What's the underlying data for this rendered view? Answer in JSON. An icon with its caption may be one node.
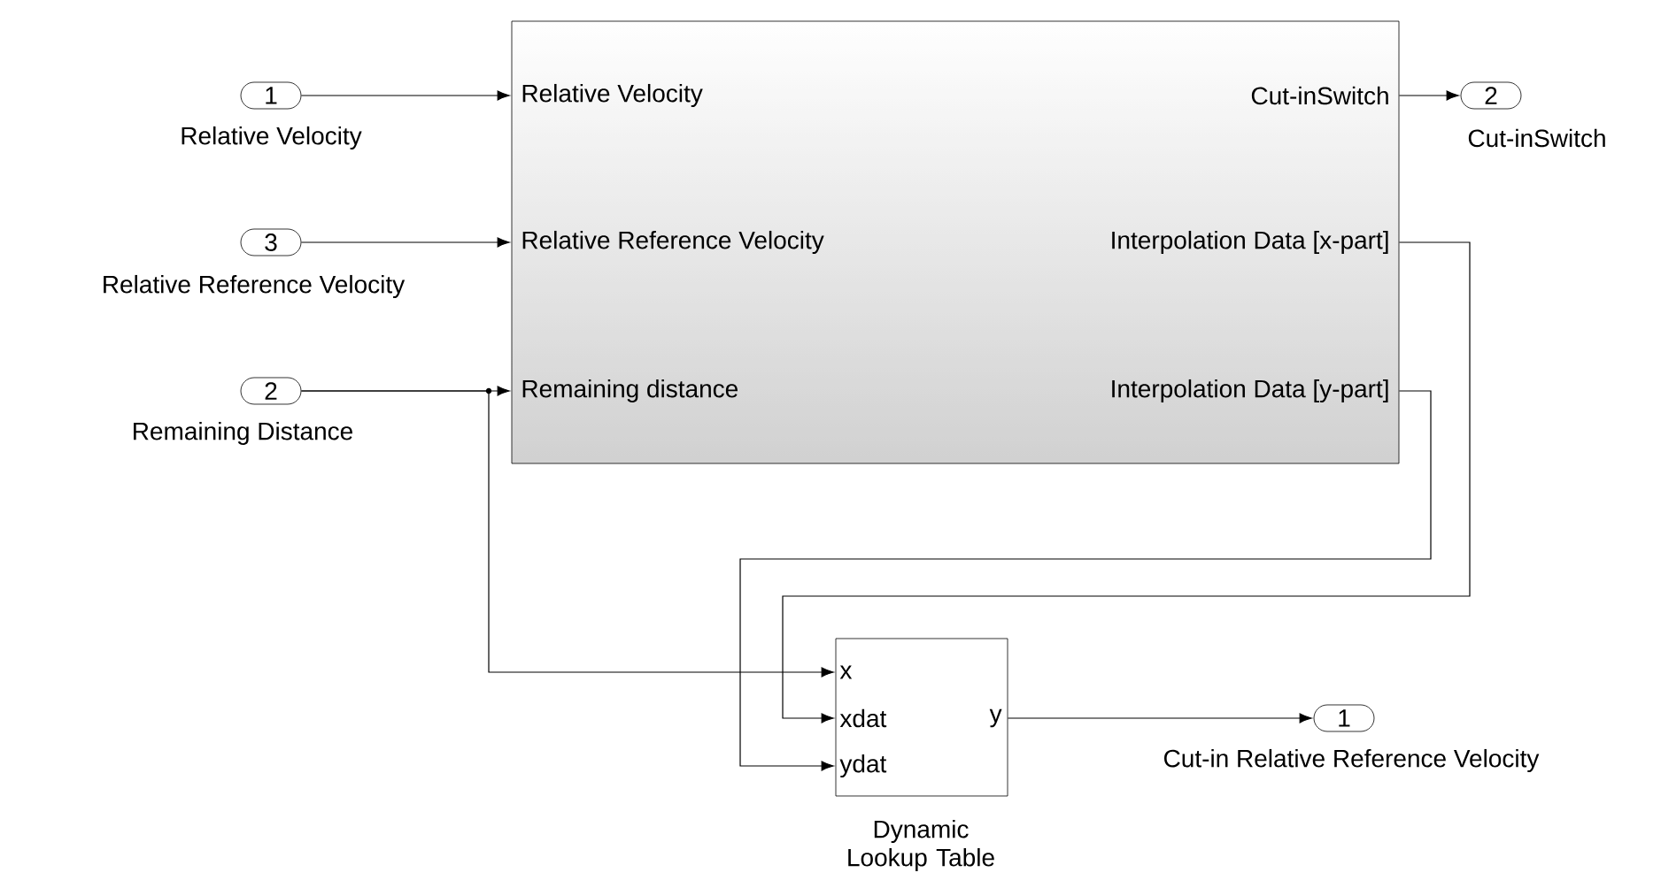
{
  "diagram": {
    "nodes": [
      {
        "text": [
          "1"
        ],
        "beside": [
          "Relative Velocity"
        ]
      },
      {
        "text": [
          "3"
        ],
        "beside": [
          "Relative Reference Velocity"
        ]
      },
      {
        "text": [
          "2"
        ],
        "beside": [
          "Remaining Distance"
        ]
      },
      {
        "text": [
          "Relative Velocity",
          "Relative Reference Velocity",
          "Remaining distance",
          "Cut-inSwitch",
          "Interpolation Data [x-part]",
          "Interpolation Data [y-part]"
        ]
      },
      {
        "text": [
          "2"
        ],
        "beside": [
          "Cut-inSwitch"
        ]
      },
      {
        "text": [
          "x",
          "xdat",
          "ydat",
          "y"
        ],
        "beside": [
          "Dynamic Lookup Table"
        ]
      },
      {
        "text": [
          "1"
        ],
        "beside": [
          "Cut-in Relative Reference Velocity"
        ]
      }
    ],
    "edges": [
      {
        "from": 0,
        "to": 3,
        "arrow": "to"
      },
      {
        "from": 1,
        "to": 3,
        "arrow": "to"
      },
      {
        "from": 2,
        "to": 3,
        "arrow": "to"
      },
      {
        "from": 2,
        "to": 5,
        "arrow": "to"
      },
      {
        "from": 3,
        "to": 4,
        "arrow": "to"
      },
      {
        "from": 3,
        "to": 5,
        "arrow": "to"
      },
      {
        "from": 3,
        "to": 5,
        "arrow": "to"
      },
      {
        "from": 5,
        "to": 6,
        "arrow": "to"
      }
    ]
  }
}
